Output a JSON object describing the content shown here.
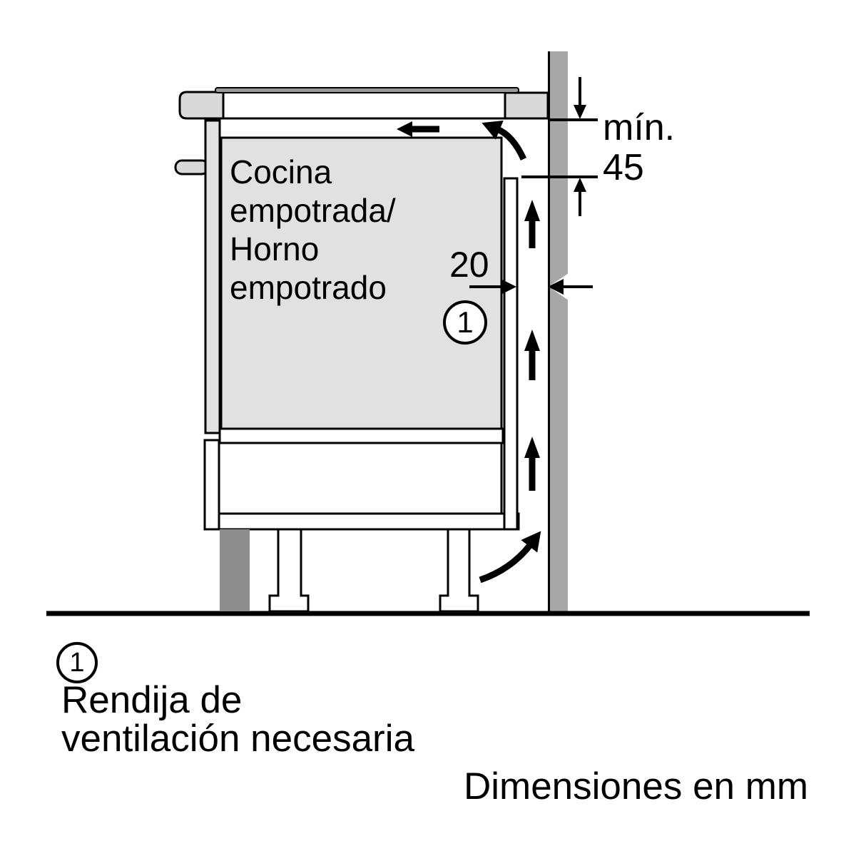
{
  "diagram": {
    "cabinet_label": "Cocina\nempotrada/\nHorno\nempotrado",
    "min_label": "mín.",
    "min_value": "45",
    "gap_value": "20",
    "callout_number": "1"
  },
  "legend": {
    "marker_number": "1",
    "line1": "Rendija de",
    "line2": "ventilación necesaria"
  },
  "footer": {
    "units_note": "Dimensiones en mm"
  },
  "colors": {
    "wall_gray": "#a7a7a7",
    "panel_light_gray": "#e2e2e2",
    "oven_box_gray": "#e1e1e1",
    "counter_cap_gray": "#d9d9d9",
    "plinth_dark_gray": "#8d8d8d",
    "cooktop_glass_gray": "#999999",
    "line_black": "#000000",
    "background": "#ffffff"
  }
}
